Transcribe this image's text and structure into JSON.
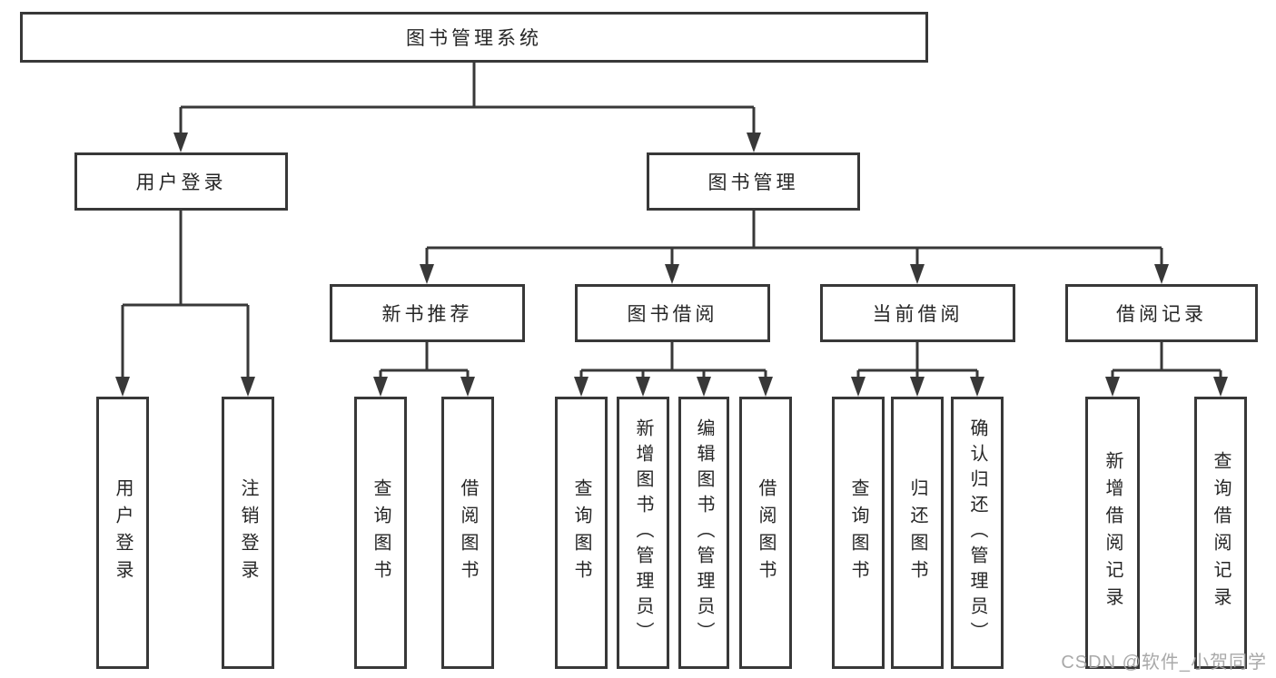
{
  "tree": {
    "label": "图书管理系统",
    "children": [
      {
        "label": "用户登录",
        "children": [
          {
            "label": "用户登录"
          },
          {
            "label": "注销登录"
          }
        ]
      },
      {
        "label": "图书管理",
        "children": [
          {
            "label": "新书推荐",
            "children": [
              {
                "label": "查询图书"
              },
              {
                "label": "借阅图书"
              }
            ]
          },
          {
            "label": "图书借阅",
            "children": [
              {
                "label": "查询图书"
              },
              {
                "label": "新增图书（管理员）"
              },
              {
                "label": "编辑图书（管理员）"
              },
              {
                "label": "借阅图书"
              }
            ]
          },
          {
            "label": "当前借阅",
            "children": [
              {
                "label": "查询图书"
              },
              {
                "label": "归还图书"
              },
              {
                "label": "确认归还（管理员）"
              }
            ]
          },
          {
            "label": "借阅记录",
            "children": [
              {
                "label": "新增借阅记录"
              },
              {
                "label": "查询借阅记录"
              }
            ]
          }
        ]
      }
    ]
  },
  "watermark": "CSDN @软件_小贺同学",
  "colors": {
    "line": "#383838",
    "text": "#262626",
    "watermark": "#a4a4a4",
    "background": "#ffffff"
  }
}
